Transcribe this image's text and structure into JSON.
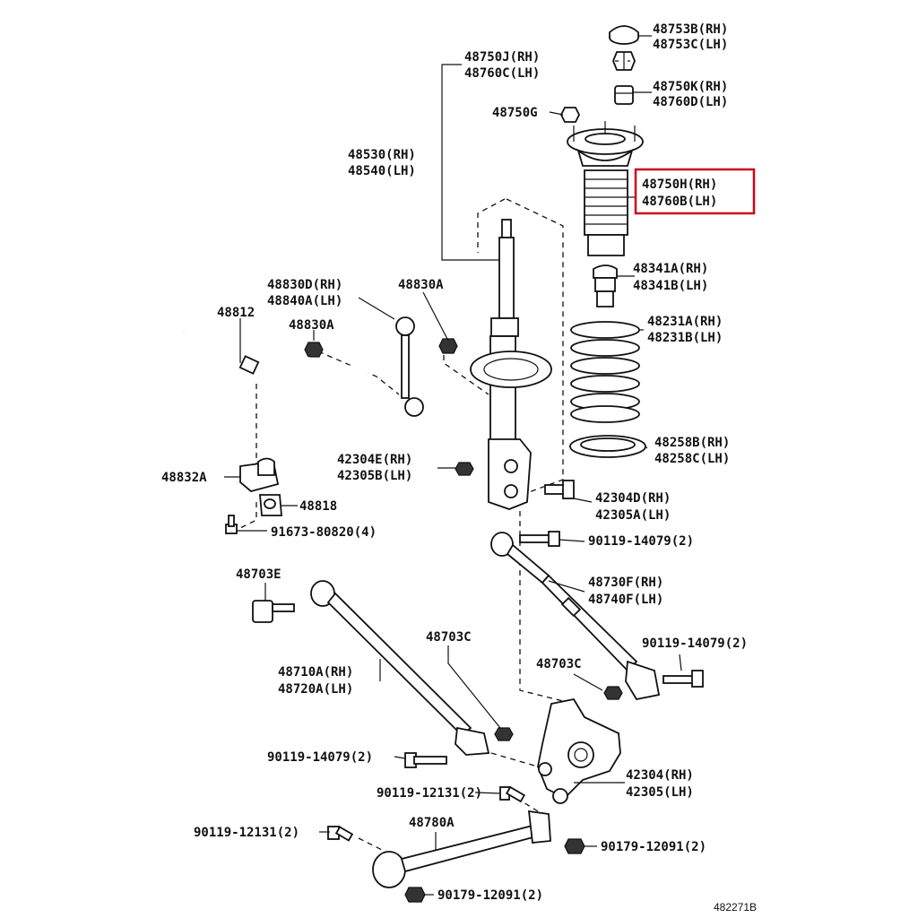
{
  "labels": {
    "p48753": [
      "48753B(RH)",
      "48753C(LH)"
    ],
    "p48750j": [
      "48750J(RH)",
      "48760C(LH)"
    ],
    "p48750k": [
      "48750K(RH)",
      "48760D(LH)"
    ],
    "p48750g": "48750G",
    "p48530": [
      "48530(RH)",
      "48540(LH)"
    ],
    "p48750h": [
      "48750H(RH)",
      "48760B(LH)"
    ],
    "p48341": [
      "48341A(RH)",
      "48341B(LH)"
    ],
    "p48830d": [
      "48830D(RH)",
      "48840A(LH)"
    ],
    "p48830a_top": "48830A",
    "p48812": "48812",
    "p48830a": "48830A",
    "p48231": [
      "48231A(RH)",
      "48231B(LH)"
    ],
    "p48258": [
      "48258B(RH)",
      "48258C(LH)"
    ],
    "p42304e": [
      "42304E(RH)",
      "42305B(LH)"
    ],
    "p48832a": "48832A",
    "p48818": "48818",
    "p42304d": [
      "42304D(RH)",
      "42305A(LH)"
    ],
    "p91673": "91673-80820(4)",
    "p90119_a": "90119-14079(2)",
    "p48703e": "48703E",
    "p48730f": [
      "48730F(RH)",
      "48740F(LH)"
    ],
    "p48703c_a": "48703C",
    "p90119_b": "90119-14079(2)",
    "p48710a": [
      "48710A(RH)",
      "48720A(LH)"
    ],
    "p48703c_b": "48703C",
    "p90119_c": "90119-14079(2)",
    "p42304": [
      "42304(RH)",
      "42305(LH)"
    ],
    "p90119_d": "90119-12131(2)",
    "p48780a": "48780A",
    "p90119_e": "90119-12131(2)",
    "p90179_a": "90179-12091(2)",
    "p90179_b": "90179-12091(2)",
    "ref": "482271B"
  },
  "highlight": {
    "target": "48750H(RH) / 48760B(LH)",
    "color": "#d0021b"
  },
  "colors": {
    "ink": "#111111",
    "background": "#ffffff"
  }
}
